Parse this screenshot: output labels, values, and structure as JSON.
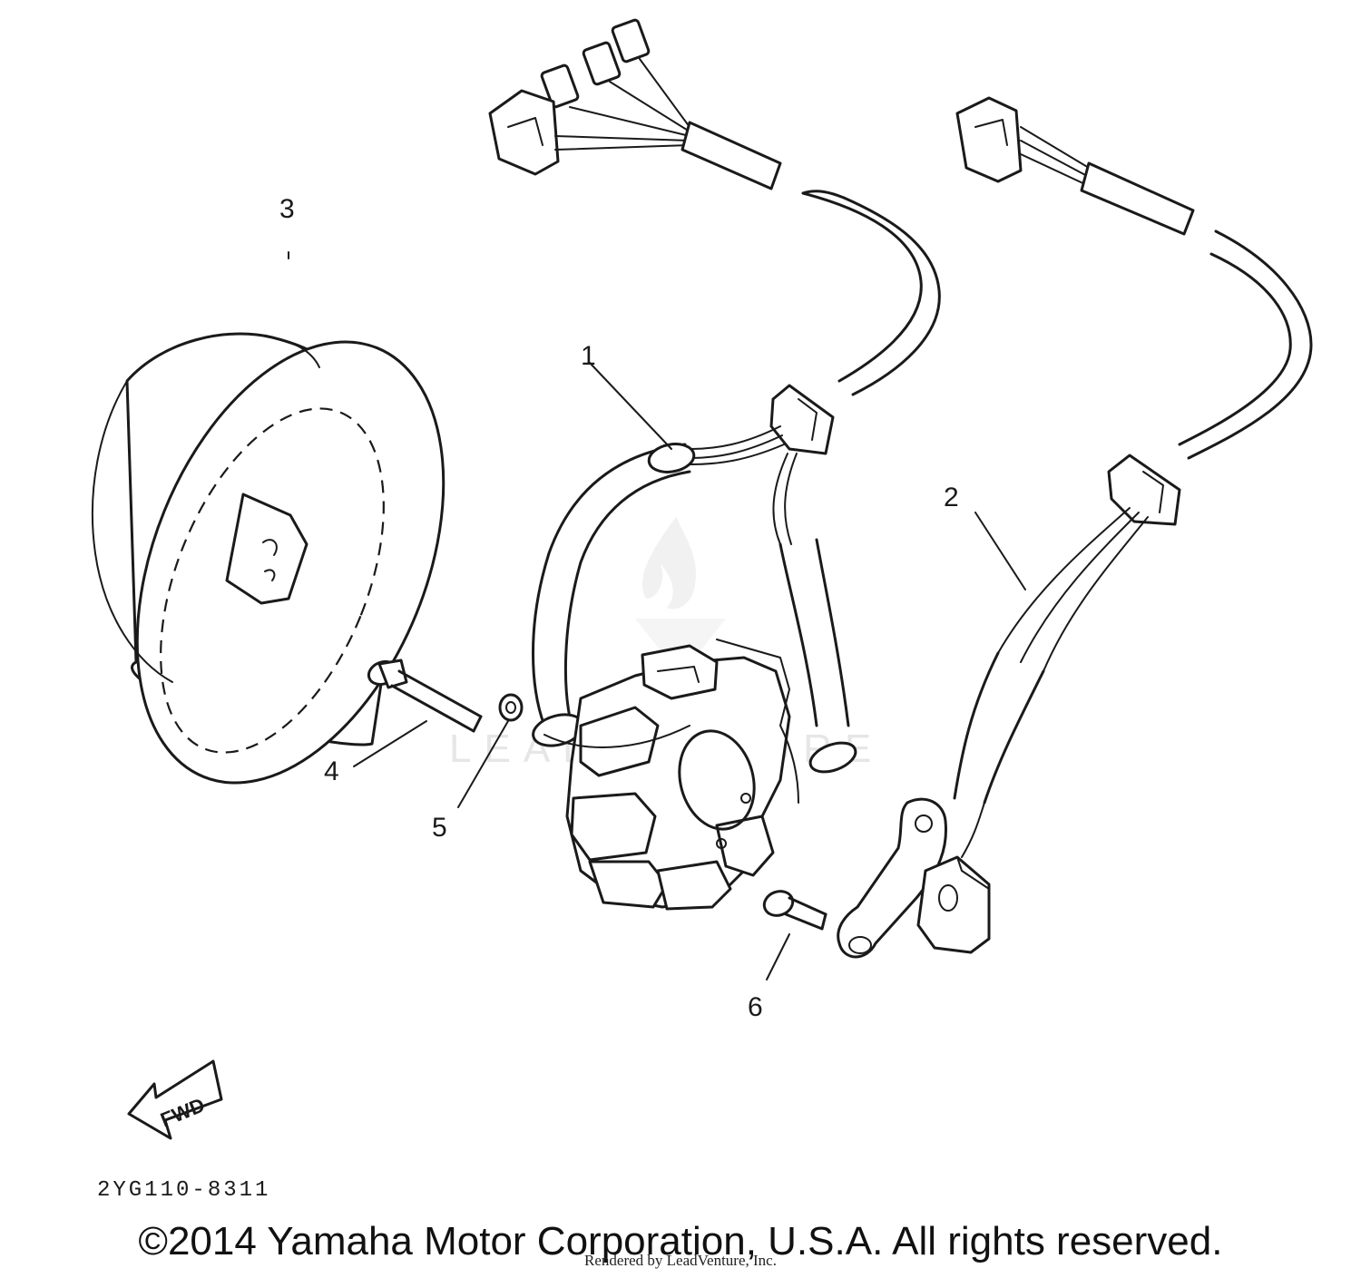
{
  "watermark": {
    "text": "LEADVENTURE"
  },
  "callouts": {
    "c1": "1",
    "c2": "2",
    "c3": "3",
    "c4": "4",
    "c5": "5",
    "c6": "6"
  },
  "direction_tag": "FWD",
  "diagram_code": "2YG110-8311",
  "copyright": "©2014 Yamaha Motor Corporation, U.S.A. All rights reserved.",
  "rendered_by": "Rendered by LeadVenture, Inc."
}
